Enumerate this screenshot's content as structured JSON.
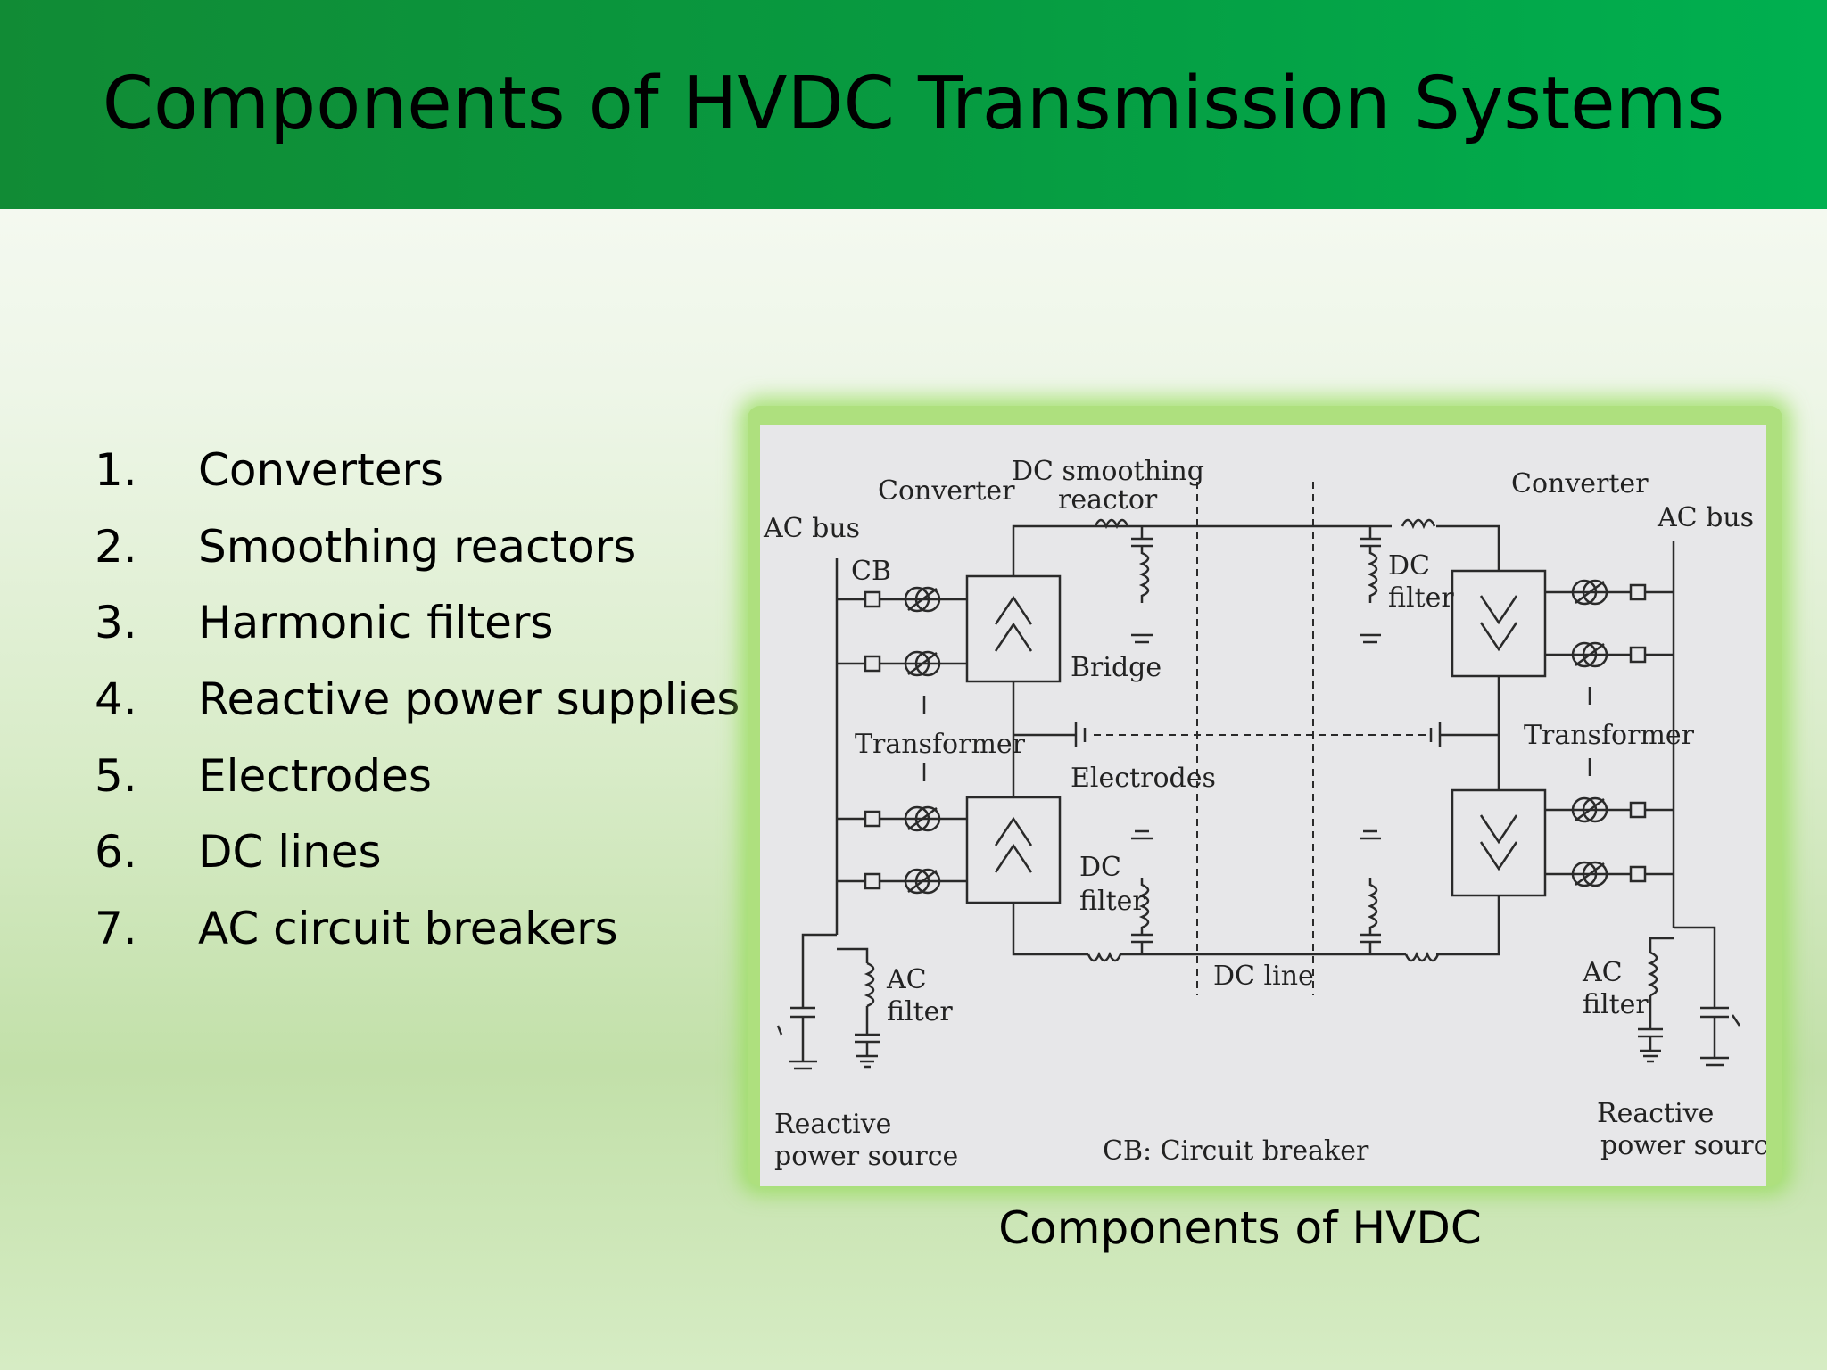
{
  "slide": {
    "title": "Components of HVDC Transmission Systems",
    "list_numbers": [
      "1.",
      "2.",
      "3.",
      "4.",
      "5.",
      "6.",
      "7."
    ],
    "list_items": [
      "Converters",
      "Smoothing reactors",
      "Harmonic filters",
      "Reactive power supplies",
      "Electrodes",
      "DC lines",
      "AC circuit breakers"
    ],
    "figure_caption": "Components of HVDC"
  },
  "diagram": {
    "labels": {
      "ac_bus_left": "AC bus",
      "ac_bus_right": "AC bus",
      "converter_left": "Converter",
      "converter_right": "Converter",
      "dc_smoothing_line1": "DC smoothing",
      "dc_smoothing_line2": "reactor",
      "cb": "CB",
      "bridge": "Bridge",
      "transformer_left": "Transformer",
      "transformer_right": "Transformer",
      "electrodes": "Electrodes",
      "dc_filter_top_line1": "DC",
      "dc_filter_top_line2": "filter",
      "dc_filter_bottom_line1": "DC",
      "dc_filter_bottom_line2": "filter",
      "dc_line": "DC line",
      "ac_filter_left_line1": "AC",
      "ac_filter_left_line2": "filter",
      "ac_filter_right_line1": "AC",
      "ac_filter_right_line2": "filter",
      "reactive_left_line1": "Reactive",
      "reactive_left_line2": "power source",
      "reactive_right_line1": "Reactive",
      "reactive_right_line2": "power source",
      "cb_legend": "CB: Circuit breaker"
    },
    "colors": {
      "header_green": "#079a40",
      "frame_green": "#aee07e",
      "paper_gray": "#e7e7e9",
      "ink": "#2a2a2a"
    }
  }
}
